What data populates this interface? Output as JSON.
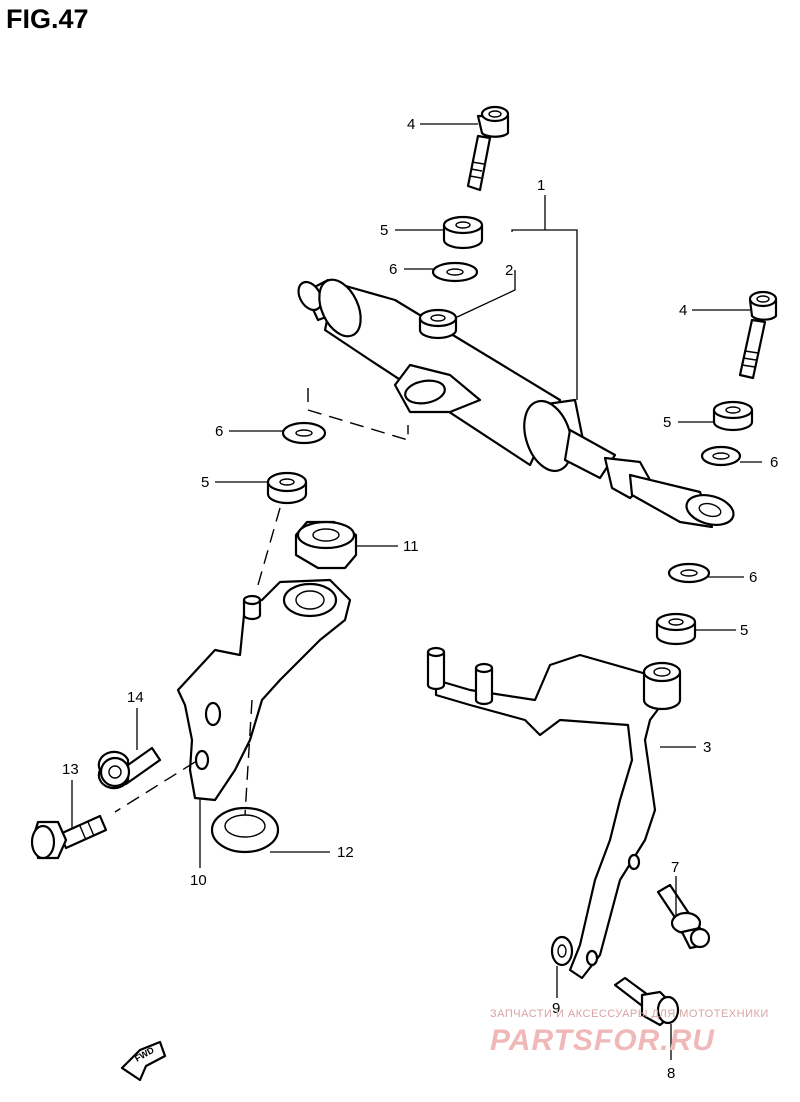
{
  "figure": {
    "title": "FIG.47"
  },
  "callouts": [
    {
      "id": "c1",
      "label": "1"
    },
    {
      "id": "c2",
      "label": "2"
    },
    {
      "id": "c3",
      "label": "3"
    },
    {
      "id": "c4a",
      "label": "4"
    },
    {
      "id": "c4b",
      "label": "4"
    },
    {
      "id": "c5a",
      "label": "5"
    },
    {
      "id": "c5b",
      "label": "5"
    },
    {
      "id": "c5c",
      "label": "5"
    },
    {
      "id": "c5d",
      "label": "5"
    },
    {
      "id": "c6a",
      "label": "6"
    },
    {
      "id": "c6b",
      "label": "6"
    },
    {
      "id": "c6c",
      "label": "6"
    },
    {
      "id": "c6d",
      "label": "6"
    },
    {
      "id": "c7",
      "label": "7"
    },
    {
      "id": "c8",
      "label": "8"
    },
    {
      "id": "c9",
      "label": "9"
    },
    {
      "id": "c10",
      "label": "10"
    },
    {
      "id": "c11",
      "label": "11"
    },
    {
      "id": "c12",
      "label": "12"
    },
    {
      "id": "c13",
      "label": "13"
    },
    {
      "id": "c14",
      "label": "14"
    }
  ],
  "fwd_label": "FWD",
  "watermark": {
    "line1": "ЗАПЧАСТИ И АКСЕССУАРЫ ДЛЯ МОТОТЕХНИКИ",
    "line2": "PARTSFOR.RU"
  },
  "icons": [
    "fwd-arrow-icon"
  ]
}
